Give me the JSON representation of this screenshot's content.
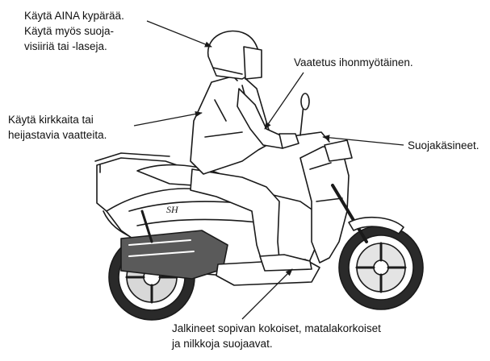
{
  "callouts": {
    "helmet": [
      "Käytä AINA kypärää.",
      "Käytä myös suoja-",
      "visiiriä tai -laseja."
    ],
    "clothing": [
      "Vaatetus ihonmyötäinen."
    ],
    "bright_clothes": [
      "Käytä kirkkaita tai",
      "heijastavia vaatteita."
    ],
    "gloves": [
      "Suojakäsineet."
    ],
    "footwear": [
      "Jalkineet sopivan kokoiset, matalakorkoiset",
      "ja nilkkoja suojaavat."
    ]
  },
  "figure": {
    "model_badge": "SH",
    "colors": {
      "ink": "#1a1a1a",
      "background": "#ffffff"
    }
  }
}
